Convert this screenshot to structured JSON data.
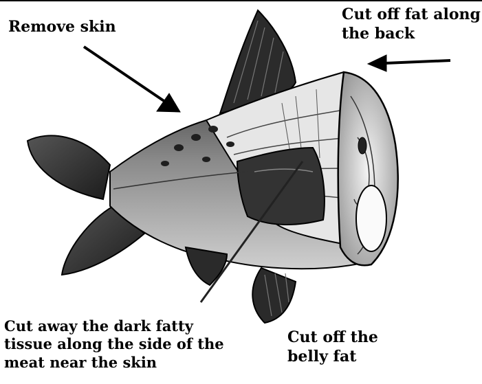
{
  "labels": {
    "remove_skin": "Remove skin",
    "back_fat": "Cut off fat along\nthe back",
    "dark_tissue": "Cut away the dark fatty\ntissue along the side of the\nmeat near the skin",
    "belly_fat": "Cut off the\nbelly fat"
  },
  "colors": {
    "ink": "#000000",
    "fish_dark": "#2a2a2a",
    "fish_mid": "#6a6a6a",
    "fish_light": "#b8b8b8",
    "flesh": "#e8e8e8"
  }
}
